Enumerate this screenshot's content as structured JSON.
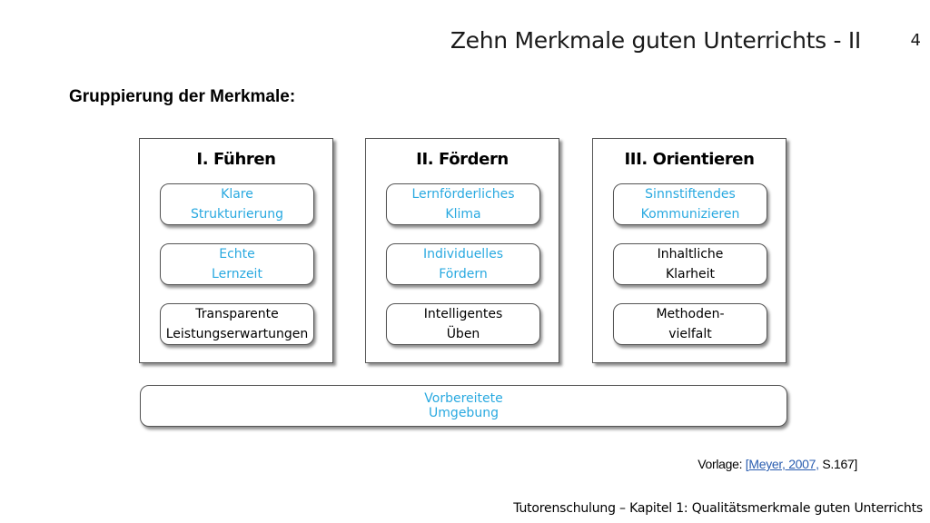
{
  "slide": {
    "title": "Zehn Merkmale guten Unterrichts - II",
    "page_number": "4",
    "subtitle": "Gruppierung der Merkmale:"
  },
  "groups": [
    {
      "title": "I. Führen",
      "items": [
        {
          "line1": "Klare",
          "line2": "Strukturierung"
        },
        {
          "line1": "Echte",
          "line2": "Lernzeit"
        },
        {
          "line1": "Transparente",
          "line2": "Leistungserwartungen"
        }
      ]
    },
    {
      "title": "II. Fördern",
      "items": [
        {
          "line1": "Lernförderliches",
          "line2": "Klima"
        },
        {
          "line1": "Individuelles",
          "line2": "Fördern"
        },
        {
          "line1": "Intelligentes",
          "line2": "Üben"
        }
      ]
    },
    {
      "title": "III. Orientieren",
      "items": [
        {
          "line1": "Sinnstiftendes",
          "line2": "Kommunizieren"
        },
        {
          "line1": "Inhaltliche",
          "line2": "Klarheit"
        },
        {
          "line1": "Methoden-",
          "line2": "vielfalt"
        }
      ]
    }
  ],
  "base": {
    "line1": "Vorbereitete",
    "line2": "Umgebung"
  },
  "source": {
    "prefix": "Vorlage: ",
    "link_text": "[Meyer, 2007,",
    "suffix": " S.167]"
  },
  "footer": "Tutorenschulung – Kapitel 1: Qualitätsmerkmale guten Unterrichts",
  "colors": {
    "highlight": "#29a9e0",
    "link": "#2a5db0"
  }
}
